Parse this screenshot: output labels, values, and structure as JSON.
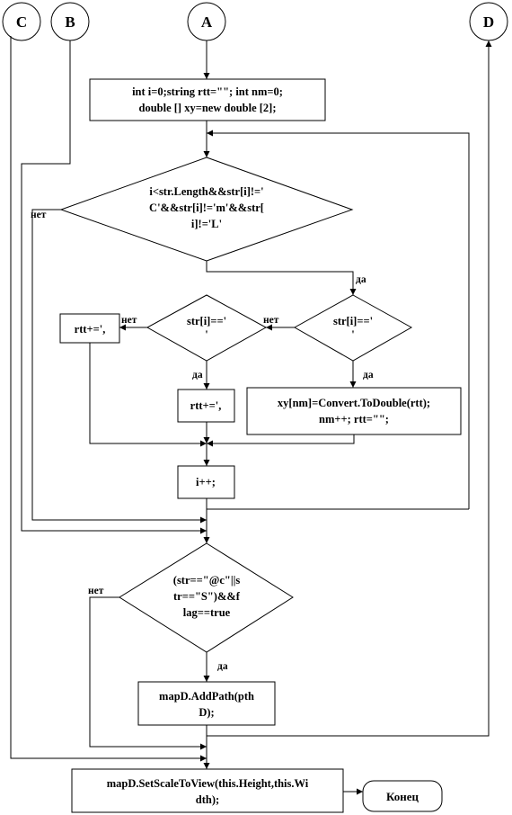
{
  "connectors": {
    "c": "C",
    "b": "B",
    "a": "A",
    "d": "D"
  },
  "blocks": {
    "init_1": "int i=0;string  rtt=\"\";  int nm=0;",
    "init_2": "double  [] xy=new  double  [2];",
    "cond1_1": "i<str.Length&&str[i]!='",
    "cond1_2": "C'&&str[i]!='m'&&str[",
    "cond1_3": "i]!='L'",
    "cond2_1": "str[i]=='",
    "cond2_2": "'",
    "cond3_1": "str[i]=='",
    "cond3_2": "'",
    "rtt_left": "rtt+=',",
    "rtt_mid": "rtt+=',",
    "xy_1": "xy[nm]=Convert.ToDouble(rtt);",
    "xy_2": "nm++;  rtt=\"\";",
    "incr": "i++;",
    "cond4_1": "(str==\"@c\"||s",
    "cond4_2": "tr==\"S\")&&f",
    "cond4_3": "lag==true",
    "addpath_1": "mapD.AddPath(pth",
    "addpath_2": "D);",
    "setscale_1": "mapD.SetScaleToView(this.Height,this.Wi",
    "setscale_2": "dth);",
    "end": "Конец"
  },
  "labels": {
    "no_1": "нет",
    "yes_1": "да",
    "no_2": "нет",
    "yes_2": "да",
    "no_3": "нет",
    "yes_3": "да",
    "no_4": "нет",
    "yes_4": "да"
  }
}
